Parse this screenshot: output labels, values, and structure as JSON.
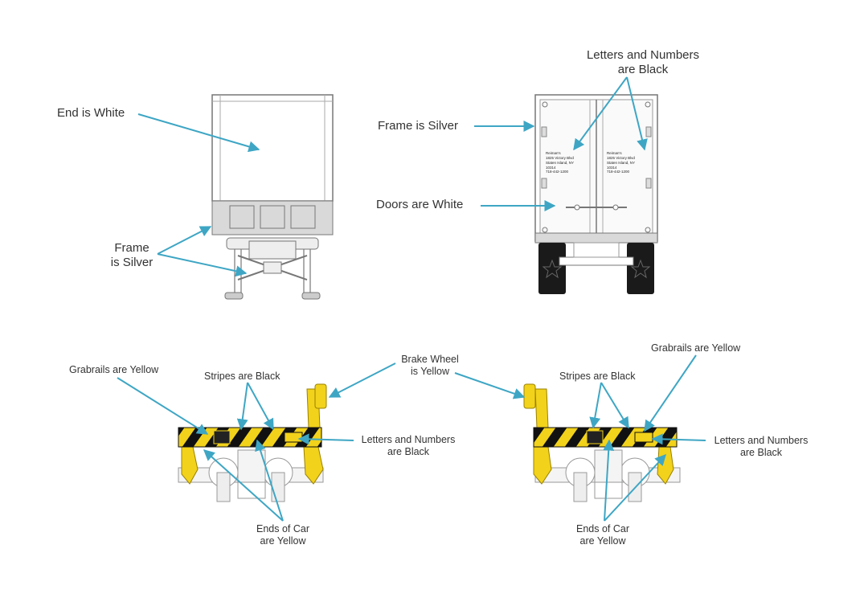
{
  "colors": {
    "arrow": "#3ea6c4",
    "yellow": "#f2d21b",
    "silver": "#d9d9d9",
    "black": "#111111",
    "outline": "#777777"
  },
  "labels": {
    "end_is_white": "End is White",
    "frame_is_silver_left_l1": "Frame",
    "frame_is_silver_left_l2": "is Silver",
    "letters_numbers_top_l1": "Letters and Numbers",
    "letters_numbers_top_l2": "are Black",
    "frame_is_silver_right": "Frame is Silver",
    "doors_are_white": "Doors are White",
    "grabrails_left": "Grabrails are Yellow",
    "stripes_left": "Stripes are Black",
    "brake_wheel_l1": "Brake Wheel",
    "brake_wheel_l2": "is Yellow",
    "letters_numbers_left_l1": "Letters and Numbers",
    "letters_numbers_left_l2": "are Black",
    "ends_left_l1": "Ends of Car",
    "ends_left_l2": "are Yellow",
    "stripes_right": "Stripes are Black",
    "grabrails_right": "Grabrails are Yellow",
    "letters_numbers_right_l1": "Letters and Numbers",
    "letters_numbers_right_l2": "are Black",
    "ends_right_l1": "Ends of Car",
    "ends_right_l2": "are Yellow"
  },
  "door_text": {
    "left": "Reiman's\n1825 Victory Blvd\nStaten Island, NY\n10314\n718-442-1200",
    "right": "Reiman's\n1825 Victory Blvd\nStaten Island, NY\n10314\n718-442-1200"
  }
}
